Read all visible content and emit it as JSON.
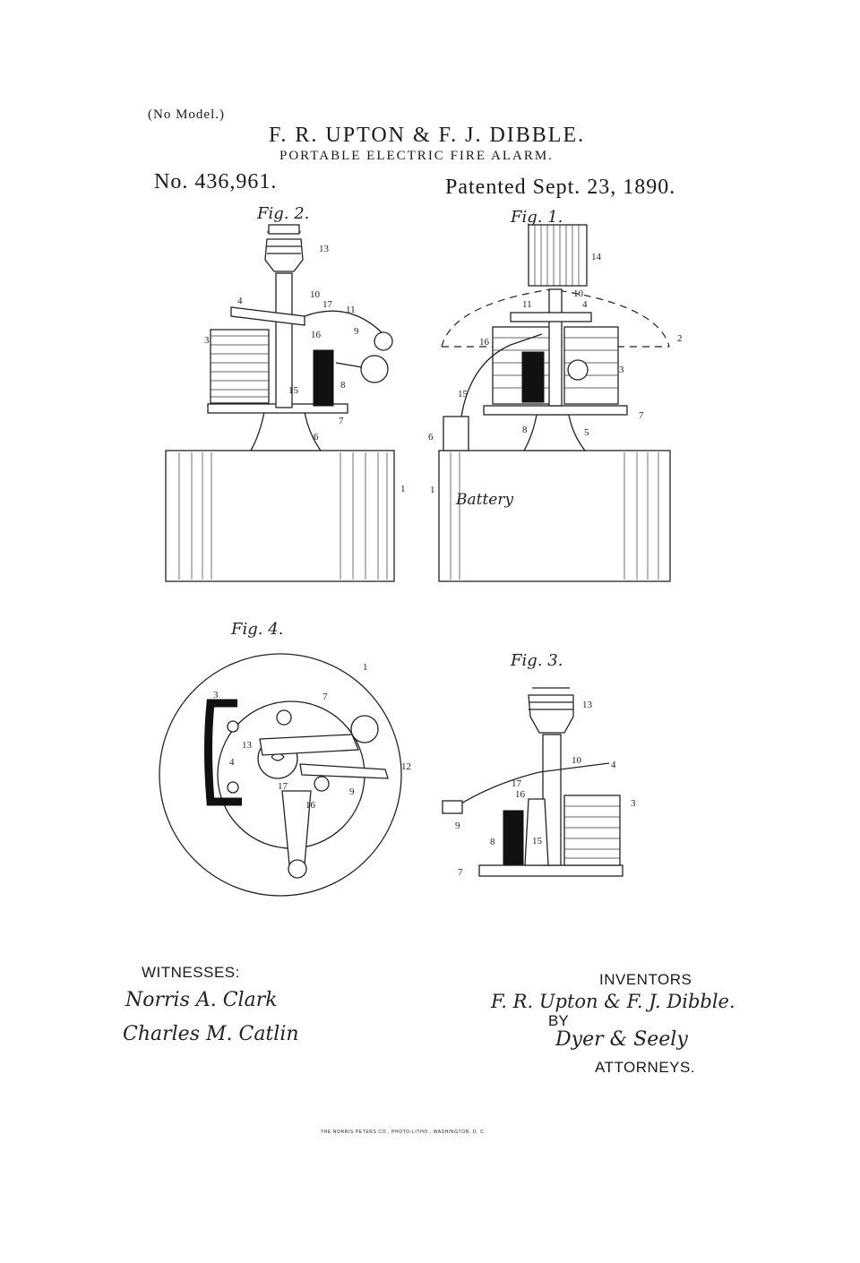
{
  "header": {
    "no_model": "(No Model.)",
    "inventors_line": "F. R. UPTON & F. J. DIBBLE.",
    "title": "PORTABLE ELECTRIC FIRE ALARM.",
    "patent_number": "No. 436,961.",
    "patent_date": "Patented Sept. 23, 1890."
  },
  "figures": {
    "fig2": {
      "label": "Fig. 2.",
      "numbers": [
        "13",
        "10",
        "17",
        "4",
        "11",
        "9",
        "3",
        "16",
        "8",
        "15",
        "7",
        "6",
        "1"
      ]
    },
    "fig1": {
      "label": "Fig. 1.",
      "battery_label": "Battery",
      "numbers": [
        "14",
        "10",
        "11",
        "4",
        "2",
        "16",
        "3",
        "15",
        "7",
        "8",
        "5",
        "6",
        "1"
      ]
    },
    "fig4": {
      "label": "Fig. 4.",
      "numbers": [
        "1",
        "3",
        "7",
        "13",
        "4",
        "12",
        "17",
        "9",
        "16"
      ]
    },
    "fig3": {
      "label": "Fig. 3.",
      "numbers": [
        "13",
        "10",
        "4",
        "17",
        "16",
        "3",
        "9",
        "8",
        "15",
        "7"
      ]
    }
  },
  "witnesses": {
    "heading": "WITNESSES:",
    "signatures": [
      "Norris A. Clark",
      "Charles M. Catlin"
    ]
  },
  "inventors": {
    "heading": "INVENTORS",
    "signature": "F. R. Upton & F. J. Dibble.",
    "by": "BY",
    "attorney_signature": "Dyer & Seely",
    "attorneys": "ATTORNEYS."
  },
  "printer": "THE NORRIS PETERS CO., PHOTO-LITHO., WASHINGTON, D. C."
}
